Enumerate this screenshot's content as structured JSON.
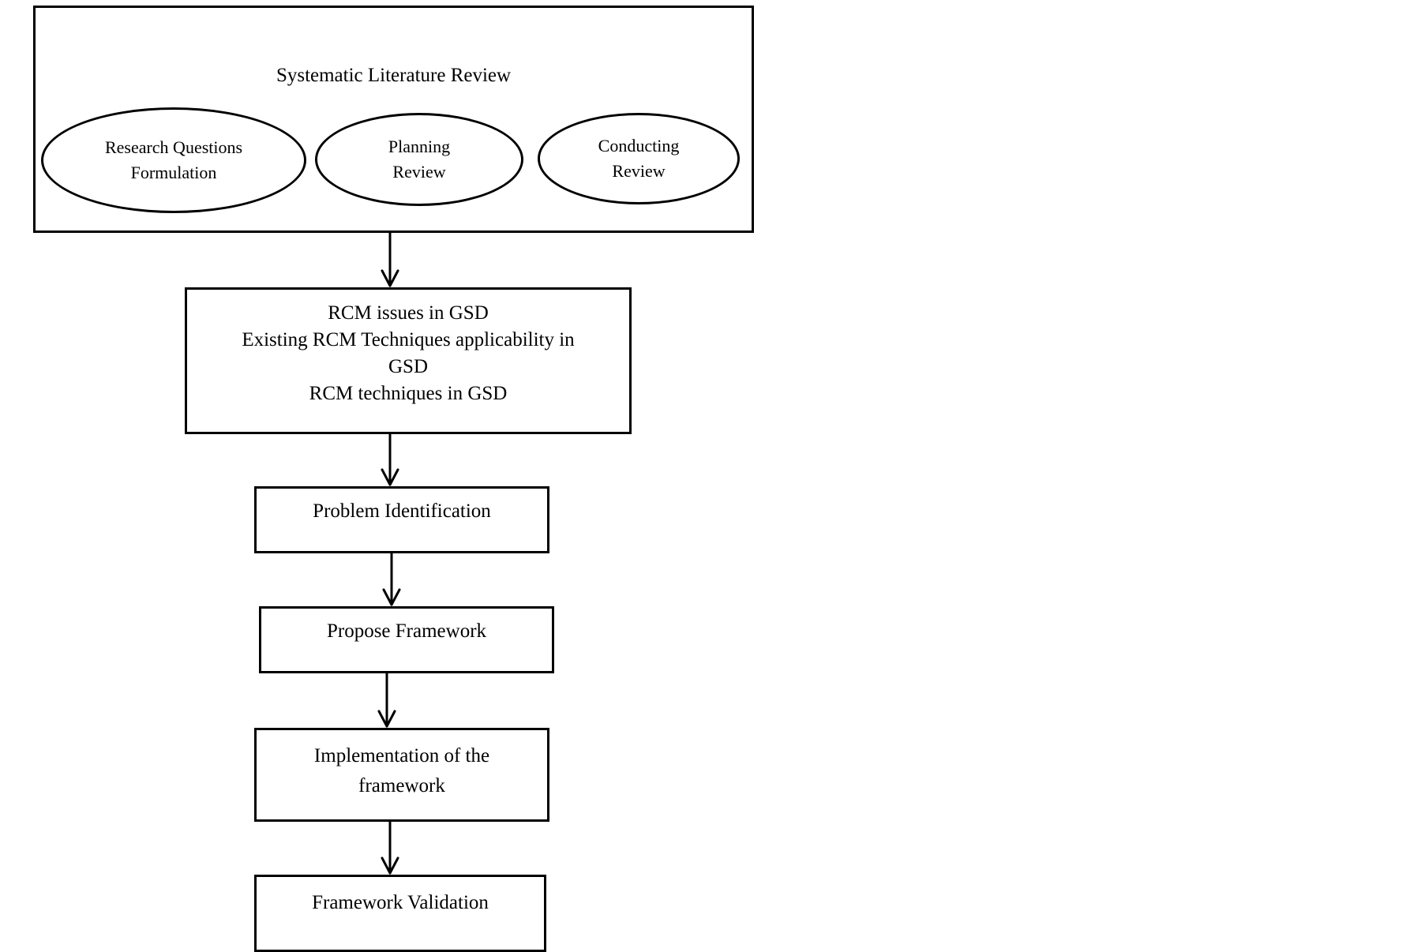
{
  "slr": {
    "title": "Systematic Literature Review",
    "items": [
      {
        "line1": "Research Questions",
        "line2": "Formulation"
      },
      {
        "line1": "Planning",
        "line2": "Review"
      },
      {
        "line1": "Conducting",
        "line2": "Review"
      }
    ]
  },
  "rcm_box": {
    "lines": [
      "RCM issues in GSD",
      "Existing RCM Techniques applicability in",
      "GSD",
      "RCM techniques in GSD"
    ]
  },
  "steps": {
    "problem": "Problem Identification",
    "propose": "Propose Framework",
    "implementation_line1": "Implementation of the",
    "implementation_line2": "framework",
    "validation": "Framework Validation"
  }
}
